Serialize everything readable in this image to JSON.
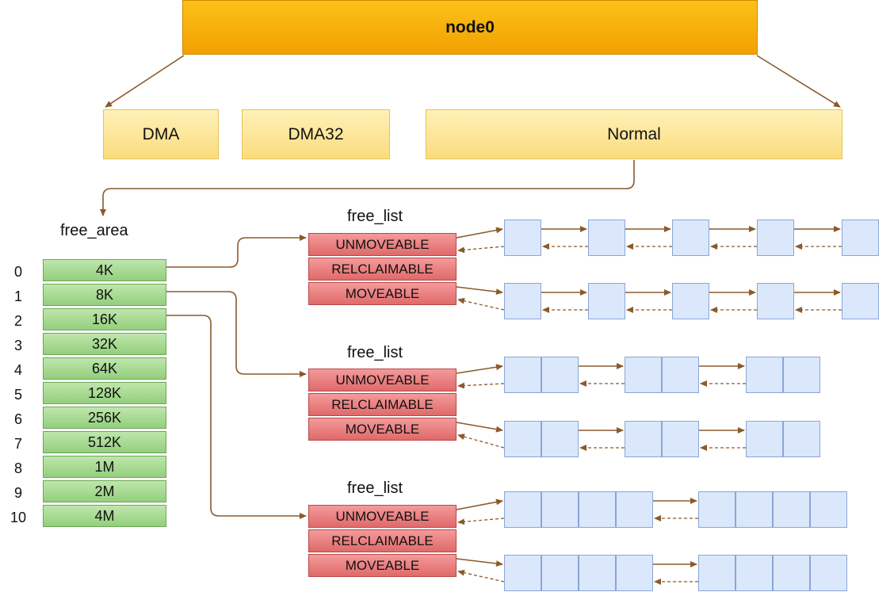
{
  "node": {
    "label": "node0"
  },
  "zones": [
    {
      "label": "DMA"
    },
    {
      "label": "DMA32"
    },
    {
      "label": "Normal"
    }
  ],
  "free_area": {
    "title": "free_area",
    "rows": [
      {
        "index": "0",
        "size": "4K"
      },
      {
        "index": "1",
        "size": "8K"
      },
      {
        "index": "2",
        "size": "16K"
      },
      {
        "index": "3",
        "size": "32K"
      },
      {
        "index": "4",
        "size": "64K"
      },
      {
        "index": "5",
        "size": "128K"
      },
      {
        "index": "6",
        "size": "256K"
      },
      {
        "index": "7",
        "size": "512K"
      },
      {
        "index": "8",
        "size": "1M"
      },
      {
        "index": "9",
        "size": "2M"
      },
      {
        "index": "10",
        "size": "4M"
      }
    ]
  },
  "free_lists": [
    {
      "title": "free_list",
      "types": [
        "UNMOVEABLE",
        "RELCLAIMABLE",
        "MOVEABLE"
      ]
    },
    {
      "title": "free_list",
      "types": [
        "UNMOVEABLE",
        "RELCLAIMABLE",
        "MOVEABLE"
      ]
    },
    {
      "title": "free_list",
      "types": [
        "UNMOVEABLE",
        "RELCLAIMABLE",
        "MOVEABLE"
      ]
    }
  ],
  "page_blocks": [
    {
      "pages_per_block": 1,
      "blocks_per_chain": 5
    },
    {
      "pages_per_block": 2,
      "blocks_per_chain": 3
    },
    {
      "pages_per_block": 4,
      "blocks_per_chain": 2
    }
  ],
  "colors": {
    "node": "#f5a800",
    "zone": "#fbe08e",
    "free_area": "#a6d98f",
    "free_list": "#e87b7b",
    "page": "#dbe7fb",
    "arrow": "#8b5a2b"
  }
}
